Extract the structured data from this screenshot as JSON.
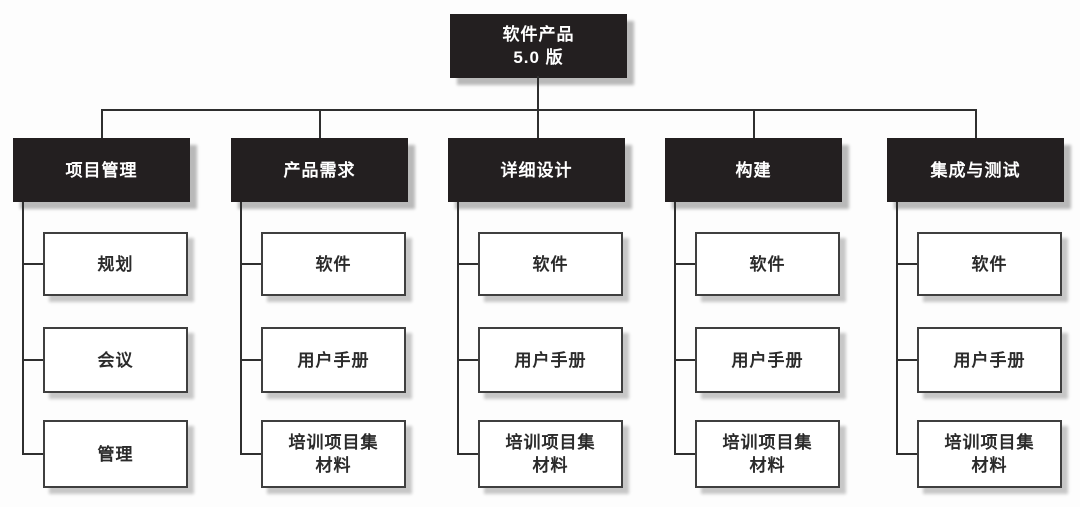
{
  "diagram": {
    "title_hint": "WBS org chart",
    "colors": {
      "branch_node_bg": "#231f20",
      "branch_node_text": "#ffffff",
      "child_node_border": "#3f3f3f",
      "connector_line": "#2f2f2f",
      "shadow": "#bdbdbd"
    },
    "root": {
      "label": "软件产品\n5.0 版"
    },
    "columns": [
      {
        "header": "项目管理",
        "children": [
          "规划",
          "会议",
          "管理"
        ]
      },
      {
        "header": "产品需求",
        "children": [
          "软件",
          "用户手册",
          "培训项目集\n材料"
        ]
      },
      {
        "header": "详细设计",
        "children": [
          "软件",
          "用户手册",
          "培训项目集\n材料"
        ]
      },
      {
        "header": "构建",
        "children": [
          "软件",
          "用户手册",
          "培训项目集\n材料"
        ]
      },
      {
        "header": "集成与测试",
        "children": [
          "软件",
          "用户手册",
          "培训项目集\n材料"
        ]
      }
    ]
  }
}
